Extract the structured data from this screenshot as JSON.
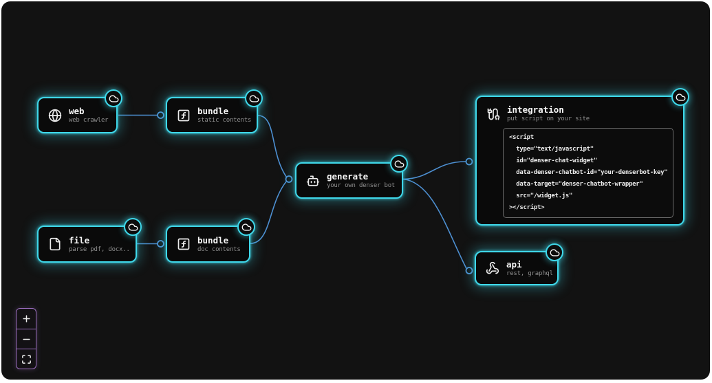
{
  "colors": {
    "canvas_bg": "#121212",
    "node_bg": "#0a0a0a",
    "node_border_cyan": "#3fd8ea",
    "edge_blue": "#4d8fd1",
    "controls_purple": "#9c6fc0",
    "title_text": "#f5f5f5",
    "subtitle_text": "#8f8f8f"
  },
  "nodes": [
    {
      "id": "web",
      "title": "web",
      "subtitle": "web crawler",
      "icon": "globe-icon"
    },
    {
      "id": "bundle-static",
      "title": "bundle",
      "subtitle": "static contents",
      "icon": "function-square-icon"
    },
    {
      "id": "file",
      "title": "file",
      "subtitle": "parse pdf, docx..",
      "icon": "file-icon"
    },
    {
      "id": "bundle-doc",
      "title": "bundle",
      "subtitle": "doc contents",
      "icon": "function-square-icon"
    },
    {
      "id": "generate",
      "title": "generate",
      "subtitle": "your own denser bot",
      "icon": "bot-icon"
    },
    {
      "id": "integration",
      "title": "integration",
      "subtitle": "put script on your site",
      "icon": "cable-icon",
      "code_lines": [
        "<script",
        "  type=\"text/javascript\"",
        "  id=\"denser-chat-widget\"",
        "  data-denser-chatbot-id=\"your-denserbot-key\"",
        "  data-target=\"denser-chatbot-wrapper\"",
        "  src=\"/widget.js\"",
        "></script>"
      ]
    },
    {
      "id": "api",
      "title": "api",
      "subtitle": "rest, graphql",
      "icon": "webhook-icon"
    }
  ],
  "edges": [
    {
      "source": "web",
      "target": "bundle-static"
    },
    {
      "source": "file",
      "target": "bundle-doc"
    },
    {
      "source": "bundle-static",
      "target": "generate"
    },
    {
      "source": "bundle-doc",
      "target": "generate"
    },
    {
      "source": "generate",
      "target": "integration"
    },
    {
      "source": "generate",
      "target": "api"
    }
  ],
  "controls": {
    "zoom_in": "zoom in",
    "zoom_out": "zoom out",
    "fit_view": "fit view"
  },
  "badge_icon": "cloud-icon"
}
